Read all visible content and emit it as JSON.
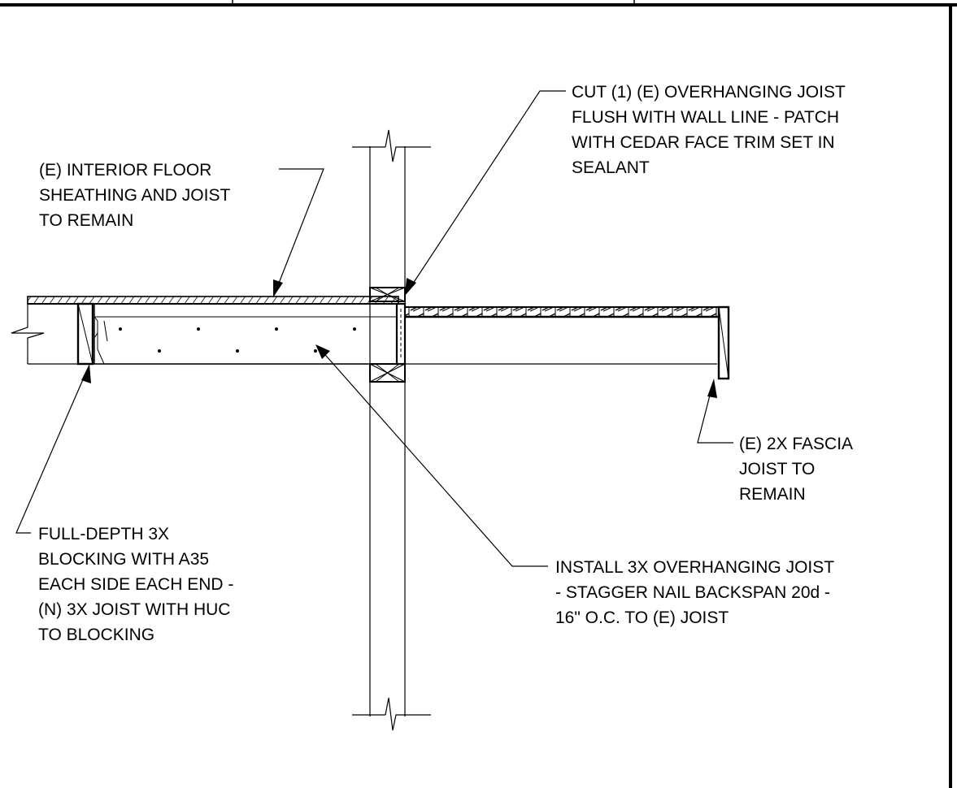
{
  "callouts": [
    {
      "id": "cut-joist-note",
      "lines": [
        "CUT (1) (E) OVERHANGING JOIST",
        "FLUSH WITH WALL LINE - PATCH",
        "WITH CEDAR FACE TRIM SET IN",
        "SEALANT"
      ]
    },
    {
      "id": "interior-floor-note",
      "lines": [
        "(E) INTERIOR FLOOR",
        "SHEATHING AND JOIST",
        "TO REMAIN"
      ]
    },
    {
      "id": "fascia-note",
      "lines": [
        "(E) 2X FASCIA",
        "JOIST TO",
        "REMAIN"
      ]
    },
    {
      "id": "blocking-note",
      "lines": [
        "FULL-DEPTH 3X",
        "BLOCKING WITH A35",
        "EACH SIDE EACH END -",
        "(N) 3X JOIST WITH HUC",
        "TO BLOCKING"
      ]
    },
    {
      "id": "install-joist-note",
      "lines": [
        "INSTALL 3X OVERHANGING JOIST",
        "- STAGGER NAIL BACKSPAN 20d -",
        "16\" O.C. TO (E) JOIST"
      ]
    }
  ],
  "colors": {
    "line": "#000000",
    "background": "#ffffff",
    "sheathing_fill": "#9a9a9a"
  }
}
